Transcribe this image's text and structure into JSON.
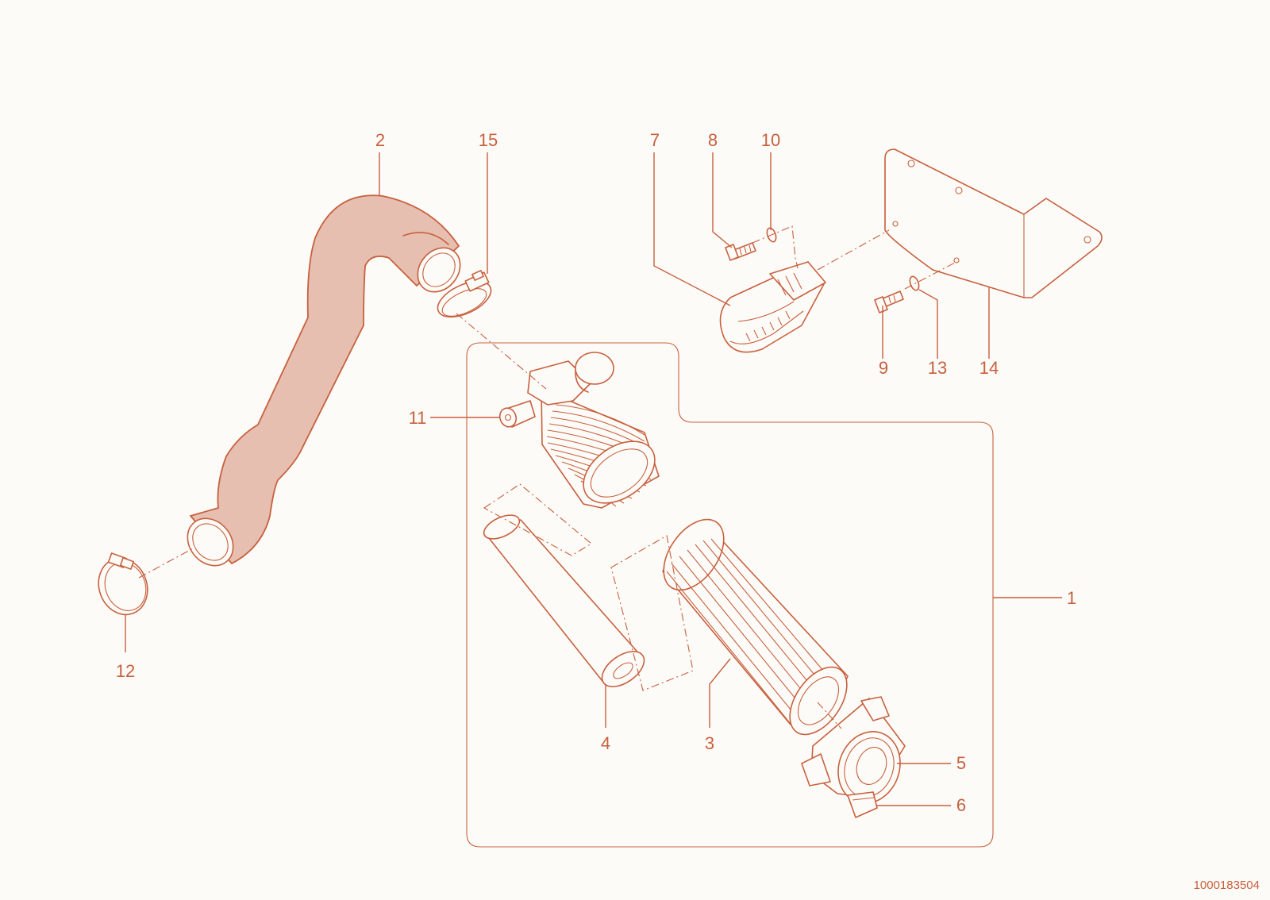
{
  "diagram": {
    "callouts": [
      {
        "id": "1",
        "text": "1"
      },
      {
        "id": "2",
        "text": "2"
      },
      {
        "id": "3",
        "text": "3"
      },
      {
        "id": "4",
        "text": "4"
      },
      {
        "id": "5",
        "text": "5"
      },
      {
        "id": "6",
        "text": "6"
      },
      {
        "id": "7",
        "text": "7"
      },
      {
        "id": "8",
        "text": "8"
      },
      {
        "id": "9",
        "text": "9"
      },
      {
        "id": "10",
        "text": "10"
      },
      {
        "id": "11",
        "text": "11"
      },
      {
        "id": "12",
        "text": "12"
      },
      {
        "id": "13",
        "text": "13"
      },
      {
        "id": "14",
        "text": "14"
      },
      {
        "id": "15",
        "text": "15"
      }
    ],
    "document_number": "1000183504",
    "colors": {
      "line": "#c8603e",
      "hose_fill": "#e6bfb0",
      "background": "#fcfbf7"
    }
  }
}
